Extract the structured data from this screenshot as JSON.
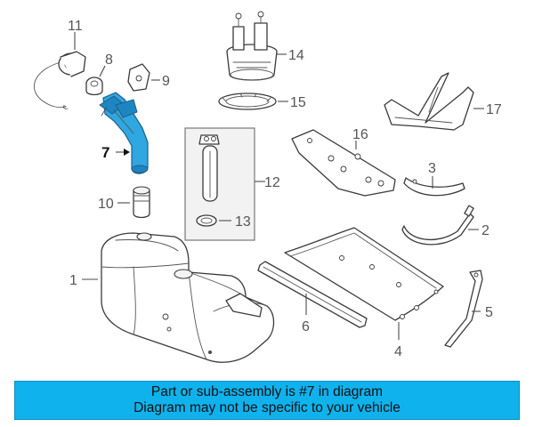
{
  "callouts": {
    "c1": "1",
    "c2": "2",
    "c3": "3",
    "c4": "4",
    "c5": "5",
    "c6": "6",
    "c7": "7",
    "c8": "8",
    "c9": "9",
    "c10": "10",
    "c11": "11",
    "c12": "12",
    "c13": "13",
    "c14": "14",
    "c15": "15",
    "c16": "16",
    "c17": "17"
  },
  "highlighted_part": "7",
  "colors": {
    "highlight_fill": "#2fa7e0",
    "banner_background": "#0fb2ec"
  },
  "banner": {
    "line1": "Part or sub-assembly is #7 in diagram",
    "line2": "Diagram may not be specific to your vehicle"
  }
}
